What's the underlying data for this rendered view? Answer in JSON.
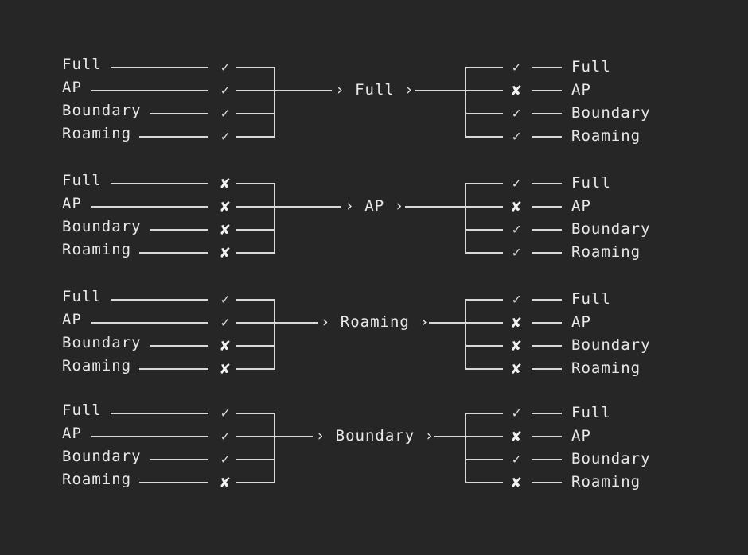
{
  "theme": {
    "background": "#262626",
    "foreground": "#e8e8e8",
    "line": "#d8d8d8"
  },
  "glyphs": {
    "check": "✓",
    "cross": "✘",
    "chevron": "›",
    "arrow_head": "›"
  },
  "diagram": {
    "type": "state-transition-truth-table",
    "row_labels": [
      "Full",
      "AP",
      "Boundary",
      "Roaming"
    ],
    "groups": [
      {
        "name": "Full",
        "center_label": "Full",
        "inputs": [
          {
            "label": "Full",
            "mark": "check"
          },
          {
            "label": "AP",
            "mark": "check"
          },
          {
            "label": "Boundary",
            "mark": "check"
          },
          {
            "label": "Roaming",
            "mark": "check"
          }
        ],
        "outputs": [
          {
            "label": "Full",
            "mark": "check"
          },
          {
            "label": "AP",
            "mark": "cross"
          },
          {
            "label": "Boundary",
            "mark": "check"
          },
          {
            "label": "Roaming",
            "mark": "check"
          }
        ]
      },
      {
        "name": "AP",
        "center_label": "AP",
        "inputs": [
          {
            "label": "Full",
            "mark": "cross"
          },
          {
            "label": "AP",
            "mark": "cross"
          },
          {
            "label": "Boundary",
            "mark": "cross"
          },
          {
            "label": "Roaming",
            "mark": "cross"
          }
        ],
        "outputs": [
          {
            "label": "Full",
            "mark": "check"
          },
          {
            "label": "AP",
            "mark": "cross"
          },
          {
            "label": "Boundary",
            "mark": "check"
          },
          {
            "label": "Roaming",
            "mark": "check"
          }
        ]
      },
      {
        "name": "Roaming",
        "center_label": "Roaming",
        "inputs": [
          {
            "label": "Full",
            "mark": "check"
          },
          {
            "label": "AP",
            "mark": "check"
          },
          {
            "label": "Boundary",
            "mark": "cross"
          },
          {
            "label": "Roaming",
            "mark": "cross"
          }
        ],
        "outputs": [
          {
            "label": "Full",
            "mark": "check"
          },
          {
            "label": "AP",
            "mark": "cross"
          },
          {
            "label": "Boundary",
            "mark": "cross"
          },
          {
            "label": "Roaming",
            "mark": "cross"
          }
        ]
      },
      {
        "name": "Boundary",
        "center_label": "Boundary",
        "inputs": [
          {
            "label": "Full",
            "mark": "check"
          },
          {
            "label": "AP",
            "mark": "check"
          },
          {
            "label": "Boundary",
            "mark": "check"
          },
          {
            "label": "Roaming",
            "mark": "cross"
          }
        ],
        "outputs": [
          {
            "label": "Full",
            "mark": "check"
          },
          {
            "label": "AP",
            "mark": "cross"
          },
          {
            "label": "Boundary",
            "mark": "check"
          },
          {
            "label": "Roaming",
            "mark": "cross"
          }
        ]
      }
    ]
  }
}
